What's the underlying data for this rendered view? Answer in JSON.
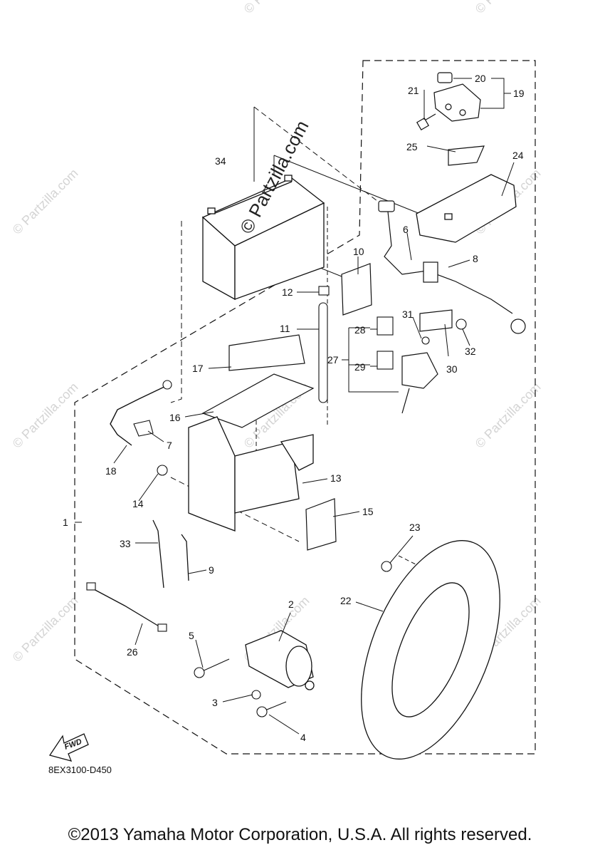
{
  "diagram": {
    "part_code": "8EX3100-D450",
    "fwd_label": "FWD",
    "copyright": "©2013 Yamaha Motor Corporation, U.S.A. All rights reserved.",
    "watermark": {
      "main": "© Partzilla.com",
      "repeated": "© Partzilla.com"
    },
    "callouts": [
      {
        "id": "1",
        "text": "1"
      },
      {
        "id": "2",
        "text": "2"
      },
      {
        "id": "3",
        "text": "3"
      },
      {
        "id": "4",
        "text": "4"
      },
      {
        "id": "5",
        "text": "5"
      },
      {
        "id": "6",
        "text": "6"
      },
      {
        "id": "7",
        "text": "7"
      },
      {
        "id": "8",
        "text": "8"
      },
      {
        "id": "9",
        "text": "9"
      },
      {
        "id": "10",
        "text": "10"
      },
      {
        "id": "11",
        "text": "11"
      },
      {
        "id": "12",
        "text": "12"
      },
      {
        "id": "13",
        "text": "13"
      },
      {
        "id": "14",
        "text": "14"
      },
      {
        "id": "15",
        "text": "15"
      },
      {
        "id": "16",
        "text": "16"
      },
      {
        "id": "17",
        "text": "17"
      },
      {
        "id": "18",
        "text": "18"
      },
      {
        "id": "19",
        "text": "19"
      },
      {
        "id": "20",
        "text": "20"
      },
      {
        "id": "21",
        "text": "21"
      },
      {
        "id": "22",
        "text": "22"
      },
      {
        "id": "23",
        "text": "23"
      },
      {
        "id": "24",
        "text": "24"
      },
      {
        "id": "25",
        "text": "25"
      },
      {
        "id": "26",
        "text": "26"
      },
      {
        "id": "27",
        "text": "27"
      },
      {
        "id": "28",
        "text": "28"
      },
      {
        "id": "29",
        "text": "29"
      },
      {
        "id": "30",
        "text": "30"
      },
      {
        "id": "31",
        "text": "31"
      },
      {
        "id": "32",
        "text": "32"
      },
      {
        "id": "33",
        "text": "33"
      },
      {
        "id": "34",
        "text": "34"
      }
    ]
  }
}
